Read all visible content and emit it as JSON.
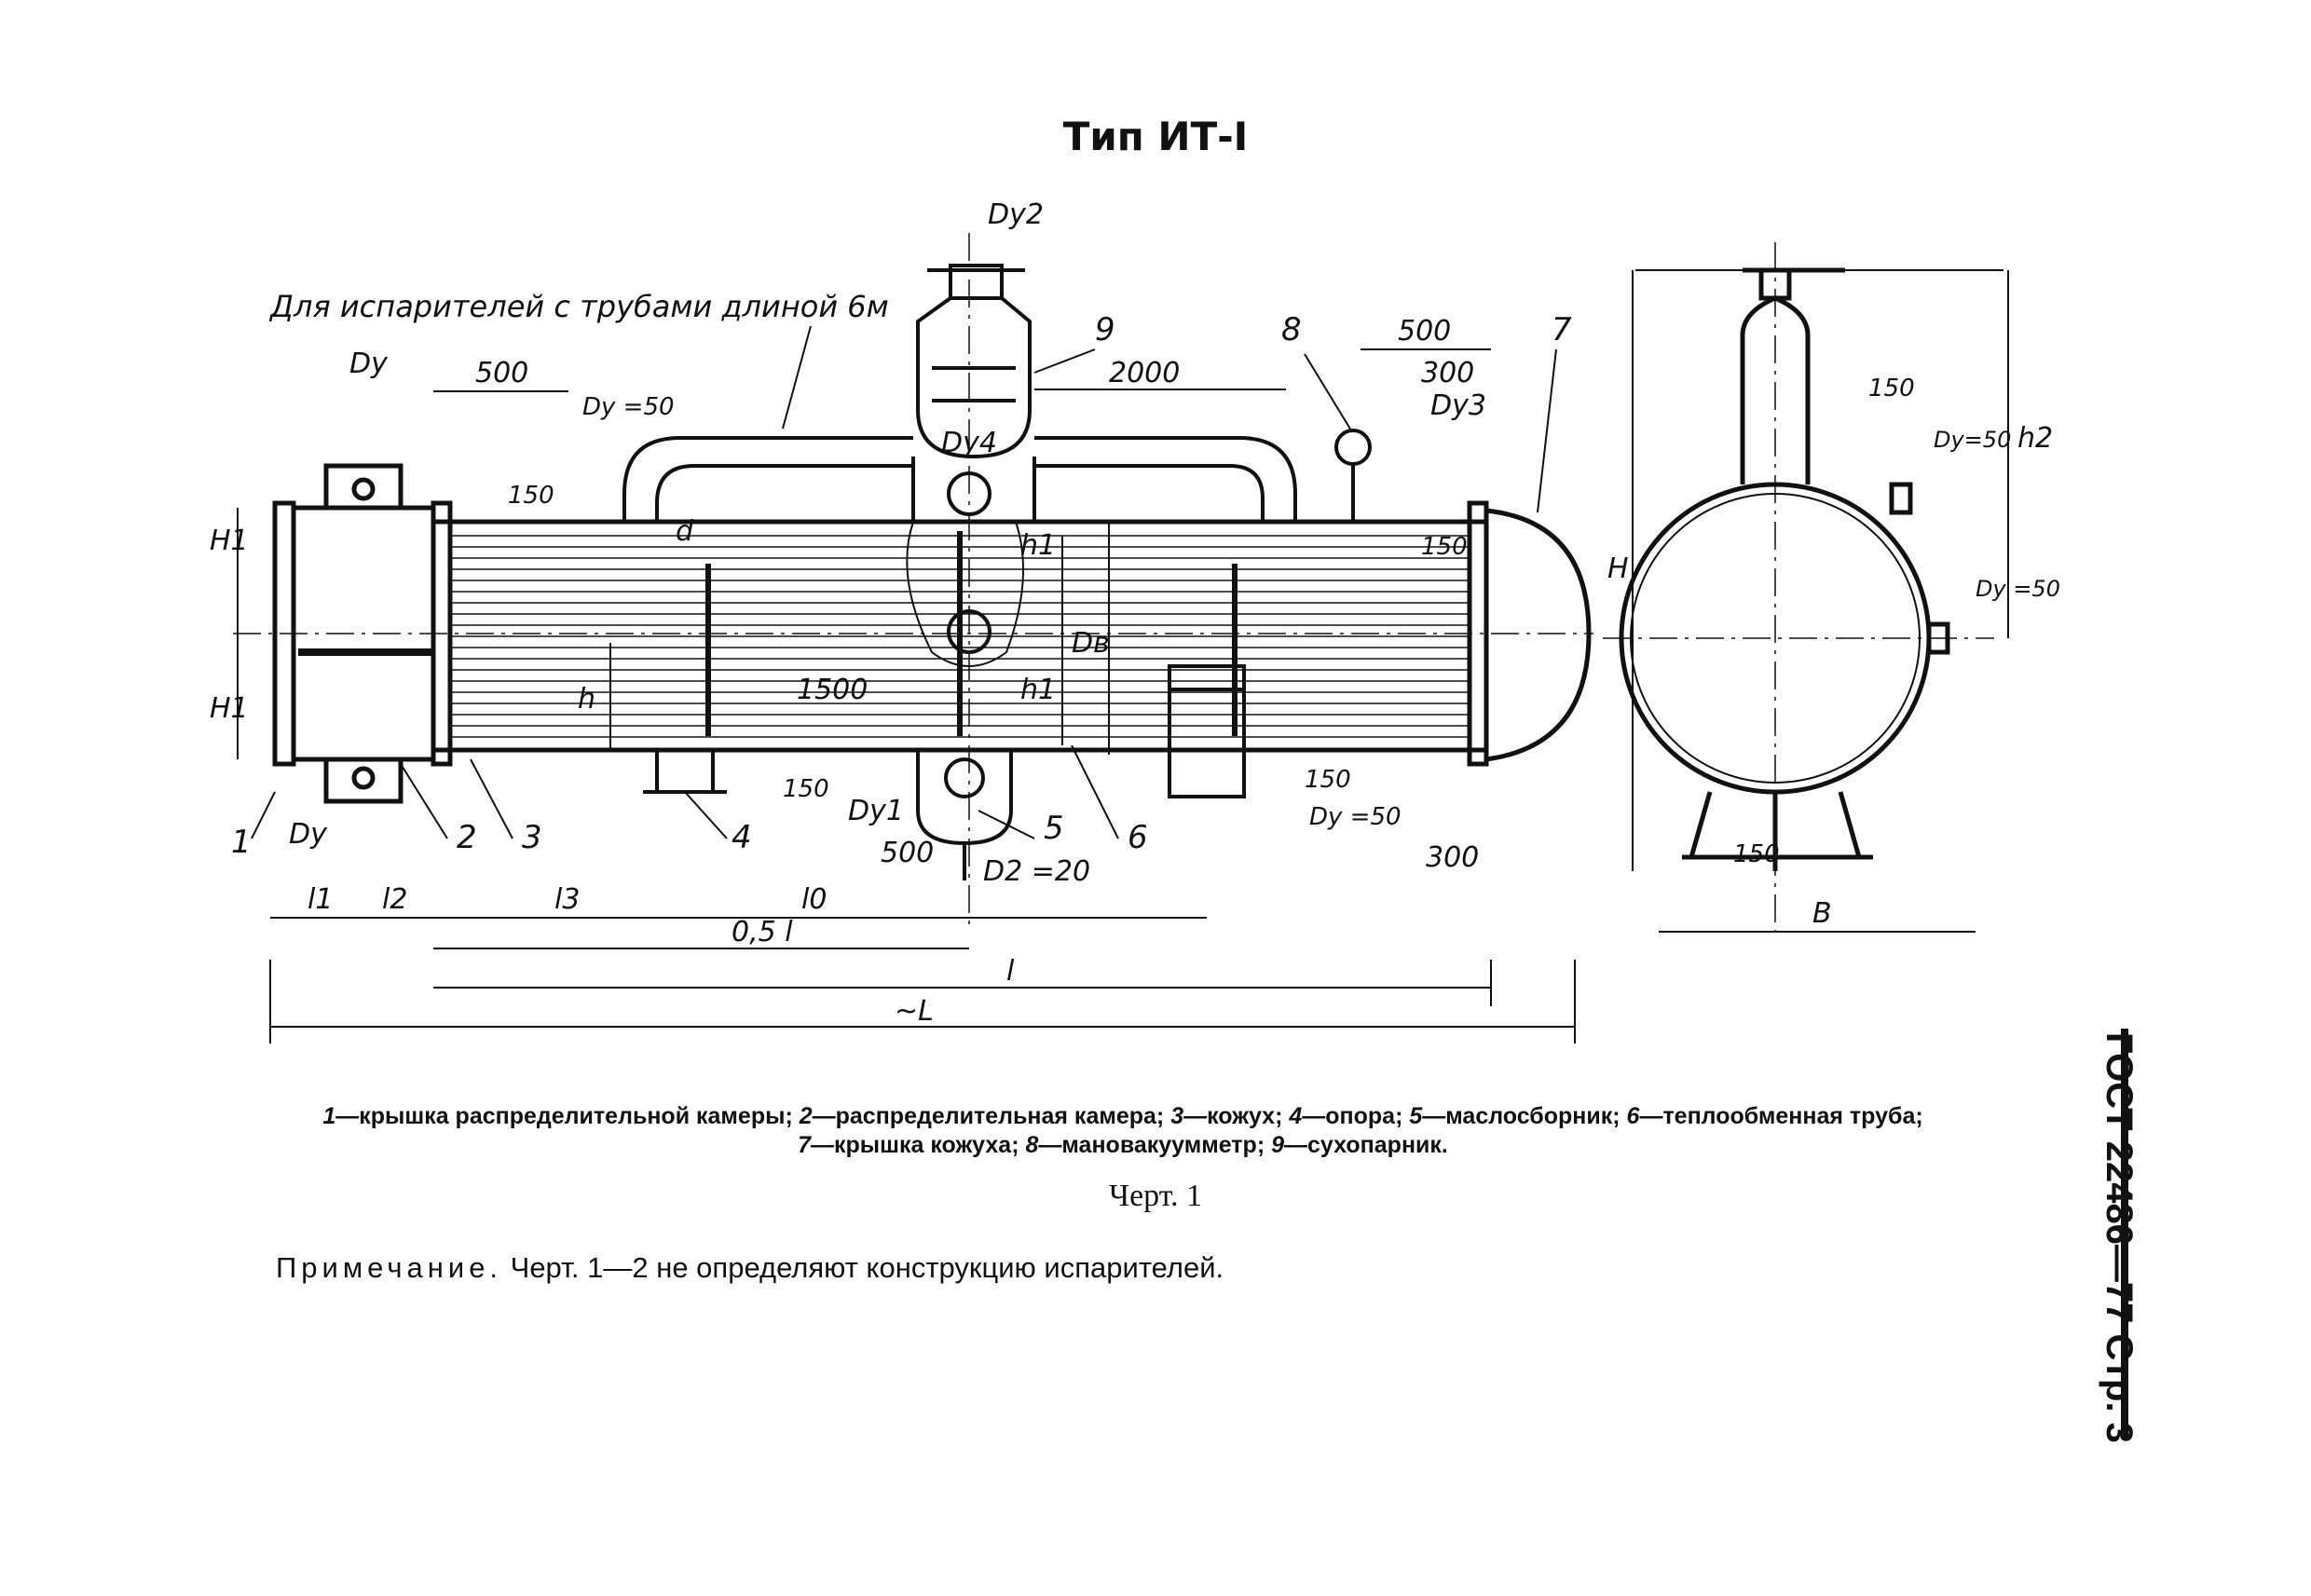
{
  "page": {
    "title": "Тип ИТ-I",
    "figure_caption": "Черт. 1",
    "note_label": "Примечание.",
    "note_text": " Черт. 1—2 не определяют конструкцию испарителей.",
    "standard_stamp": "ГОСТ 22486—77 Стр. 3"
  },
  "legend": {
    "items": [
      {
        "num": "1",
        "text": "—крышка распределительной камеры; "
      },
      {
        "num": "2",
        "text": "—распределительная камера; "
      },
      {
        "num": "3",
        "text": "—кожух; "
      },
      {
        "num": "4",
        "text": "—опора; "
      },
      {
        "num": "5",
        "text": "—маслосборник; "
      },
      {
        "num": "6",
        "text": "—теплообменная труба;"
      },
      {
        "num": "7",
        "text": "—крышка кожуха; "
      },
      {
        "num": "8",
        "text": "—мановакуумметр; "
      },
      {
        "num": "9",
        "text": "—сухопарник."
      }
    ]
  },
  "drawing": {
    "note_6m": "Для испарителей с трубами длиной 6м",
    "labels": {
      "dy": "Dy",
      "dy2": "Dy2",
      "dy3": "Dy3",
      "dy4": "Dy4",
      "dy1": "Dy1",
      "dy50a": "Dy =50",
      "dy50b": "Dy =50",
      "dy50c": "Dy=50",
      "dy50d": "Dy =50",
      "d2_20": "D2 =20",
      "db": "Dв",
      "d": "d",
      "h": "h",
      "h1": "h1",
      "h1b": "h1",
      "h2": "h2",
      "H": "H",
      "H1a": "H1",
      "H1b": "H1",
      "B": "B",
      "l1": "l1",
      "l2": "l2",
      "l3": "l3",
      "l0": "l0",
      "half_l": "0,5 l",
      "l": "l",
      "L": "~L"
    },
    "dimensions": {
      "d500a": "500",
      "d500b": "500",
      "d500c": "500",
      "d300a": "300",
      "d300b": "300",
      "d2000": "2000",
      "d1500": "1500",
      "d150a": "150",
      "d150b": "150",
      "d150c": "150",
      "d150d": "150",
      "d150e": "150",
      "d150f": "150"
    },
    "callouts": [
      "1",
      "2",
      "3",
      "4",
      "5",
      "6",
      "7",
      "8",
      "9"
    ]
  }
}
